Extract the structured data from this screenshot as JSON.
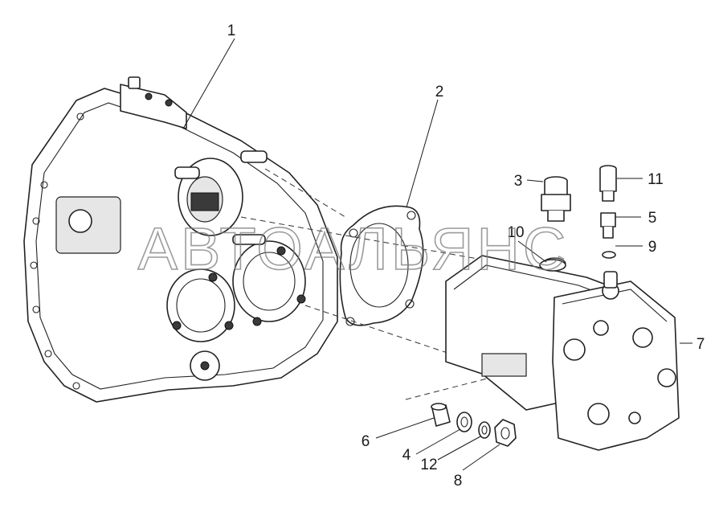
{
  "watermark": "АВТОАЛЬЯНС",
  "callouts": [
    {
      "id": "c1",
      "label": "1"
    },
    {
      "id": "c2",
      "label": "2"
    },
    {
      "id": "c3",
      "label": "3"
    },
    {
      "id": "c4",
      "label": "4"
    },
    {
      "id": "c5",
      "label": "5"
    },
    {
      "id": "c6",
      "label": "6"
    },
    {
      "id": "c7",
      "label": "7"
    },
    {
      "id": "c8",
      "label": "8"
    },
    {
      "id": "c9",
      "label": "9"
    },
    {
      "id": "c10",
      "label": "10"
    },
    {
      "id": "c11",
      "label": "11"
    },
    {
      "id": "c12",
      "label": "12"
    }
  ]
}
